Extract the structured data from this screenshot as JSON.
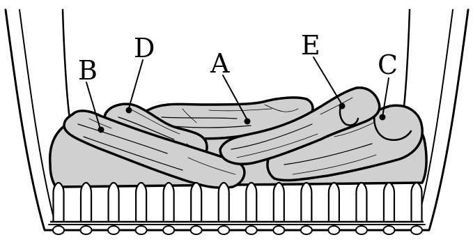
{
  "diagram": {
    "labels": [
      {
        "id": "A",
        "text": "A"
      },
      {
        "id": "B",
        "text": "B"
      },
      {
        "id": "C",
        "text": "C"
      },
      {
        "id": "D",
        "text": "D"
      },
      {
        "id": "E",
        "text": "E"
      }
    ],
    "colors": {
      "log_fill": "#d0d0d0",
      "outline": "#000000",
      "background": "#ffffff"
    }
  }
}
